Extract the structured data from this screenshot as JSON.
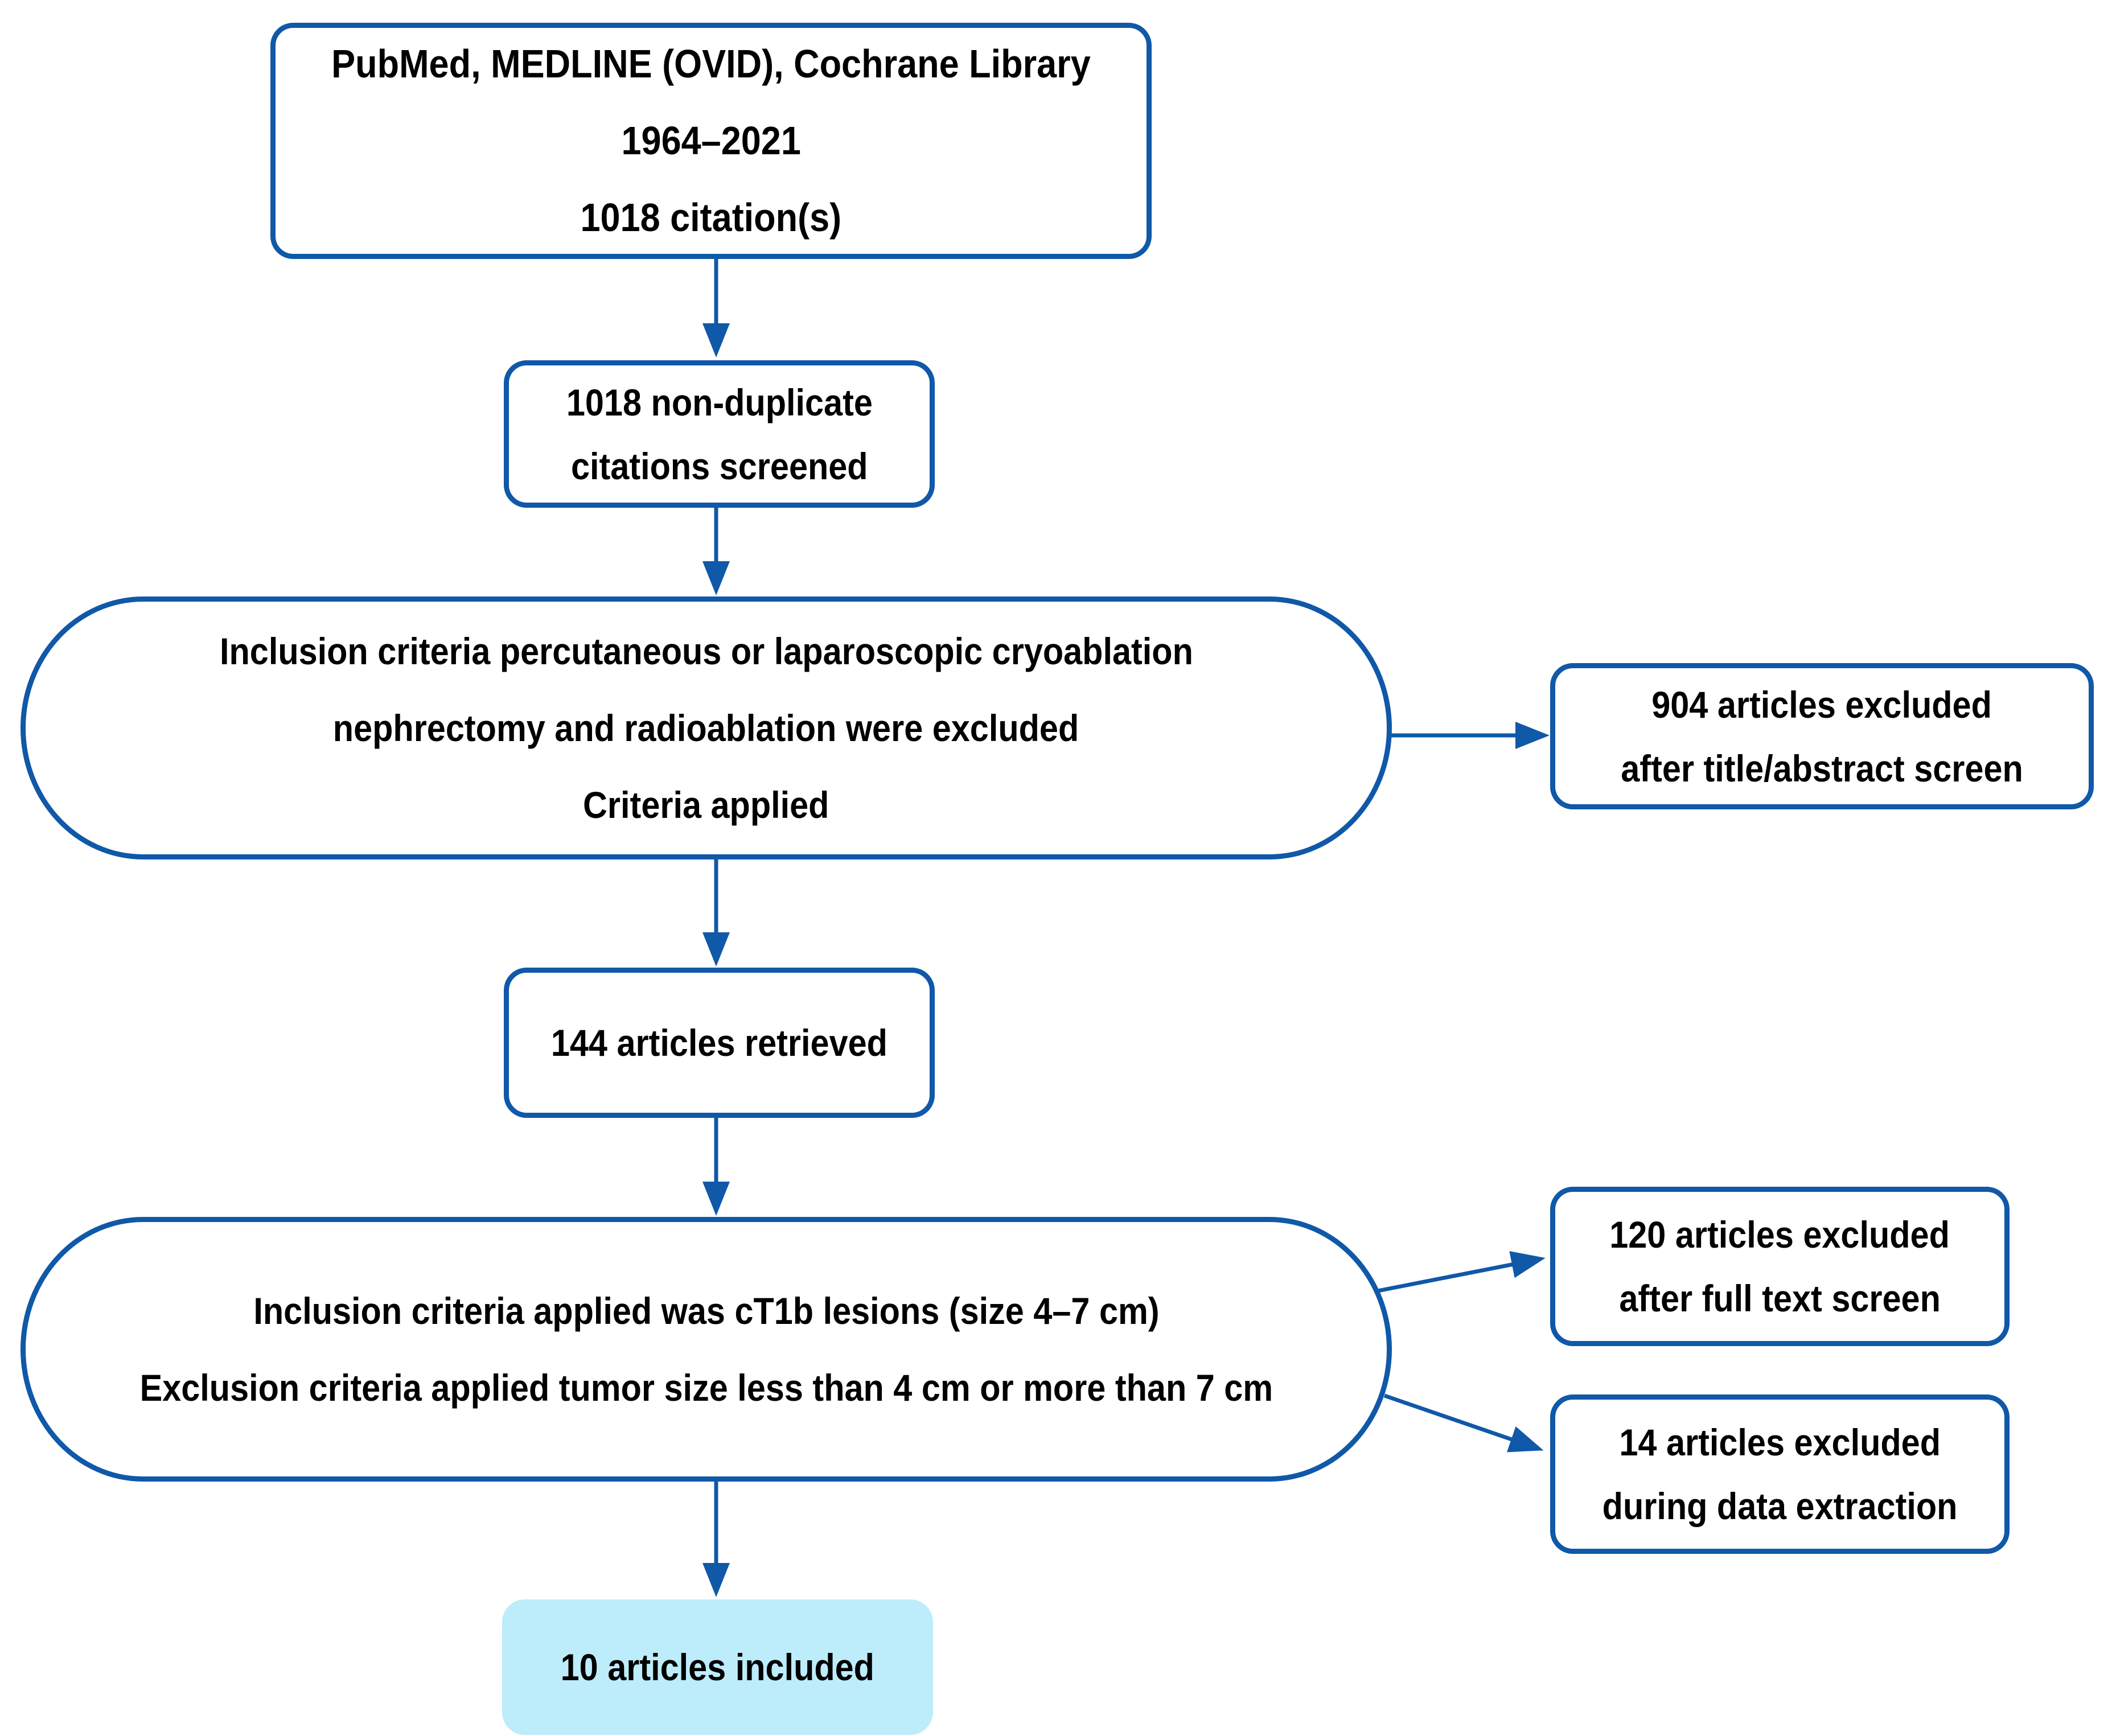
{
  "diagram": {
    "type": "flowchart",
    "accent_color": "#1058a8",
    "highlight_fill": "#bdecfb",
    "text_color": "#000000",
    "background_color": "#ffffff",
    "nodes": {
      "sources": {
        "shape": "rounded-rect",
        "lines": [
          "PubMed, MEDLINE (OVID), Cochrane Library",
          "1964–2021",
          "1018 citation(s)"
        ]
      },
      "screened": {
        "shape": "rounded-rect",
        "lines": [
          "1018 non-duplicate",
          "citations screened"
        ]
      },
      "criteria1": {
        "shape": "stadium",
        "lines": [
          "Inclusion criteria percutaneous or laparoscopic cryoablation",
          "nephrectomy and radioablation were excluded",
          "Criteria applied"
        ]
      },
      "excludedTitleAbstract": {
        "shape": "rounded-rect",
        "lines": [
          "904 articles excluded",
          "after title/abstract screen"
        ]
      },
      "retrieved": {
        "shape": "rounded-rect",
        "lines": [
          "144 articles retrieved"
        ]
      },
      "criteria2": {
        "shape": "stadium",
        "lines": [
          "Inclusion criteria applied was cT1b lesions (size 4–7 cm)",
          "Exclusion criteria applied tumor size less than 4 cm or more than 7 cm"
        ]
      },
      "excludedFullText": {
        "shape": "rounded-rect",
        "lines": [
          "120 articles excluded",
          "after full text screen"
        ]
      },
      "excludedDataExtraction": {
        "shape": "rounded-rect",
        "lines": [
          "14 articles excluded",
          "during data extraction"
        ]
      },
      "included": {
        "shape": "rounded-rect-filled",
        "lines": [
          "10 articles included"
        ]
      }
    },
    "edges": [
      {
        "from": "sources",
        "to": "screened"
      },
      {
        "from": "screened",
        "to": "criteria1"
      },
      {
        "from": "criteria1",
        "to": "excludedTitleAbstract"
      },
      {
        "from": "criteria1",
        "to": "retrieved"
      },
      {
        "from": "retrieved",
        "to": "criteria2"
      },
      {
        "from": "criteria2",
        "to": "excludedFullText"
      },
      {
        "from": "criteria2",
        "to": "excludedDataExtraction"
      },
      {
        "from": "criteria2",
        "to": "included"
      }
    ]
  }
}
